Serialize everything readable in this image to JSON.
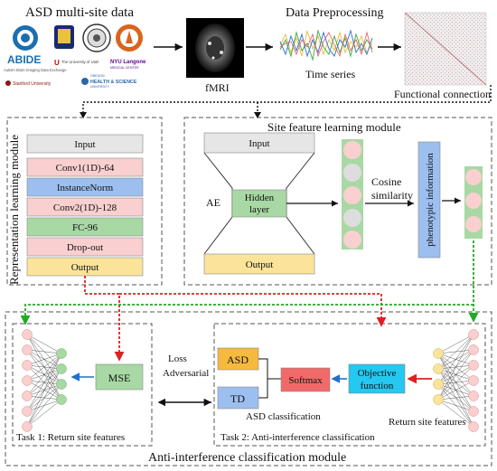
{
  "top": {
    "multisite_title": "ASD multi-site data",
    "preprocessing_title": "Data Preprocessing",
    "fmri_label": "fMRI",
    "timeseries_label": "Time series",
    "fc_label": "Functional connection",
    "logos": {
      "abide_text": "ABIDE",
      "abide_sub": "Autism Brain Imaging Data Exchange",
      "utah": "The University of Utah",
      "nyu": "NYU Langone",
      "nyu_sub": "MEDICAL CENTER",
      "stanford": "Stanford University",
      "ohsu_top": "OREGON",
      "ohsu_main": "HEALTH & SCIENCE",
      "ohsu_sub": "UNIVERSITY"
    }
  },
  "representation": {
    "title": "Representation learning module",
    "layers": [
      "Input",
      "Conv1(1D)-64",
      "InstanceNorm",
      "Conv2(1D)-128",
      "FC-96",
      "Drop-out",
      "Output"
    ]
  },
  "site_feature": {
    "title": "Site feature learning module",
    "ae_label": "AE",
    "input_label": "Input",
    "hidden_label": "Hidden layer",
    "output_label": "Output",
    "cosine_label": "Cosine similarity",
    "phenotypic_label": "phenotypic information"
  },
  "anti_interference": {
    "title": "Anti-interference classification module",
    "mse_label": "MSE",
    "loss_label": "Loss",
    "adversarial_label": "Adversarial",
    "asd_label": "ASD",
    "td_label": "TD",
    "softmax_label": "Softmax",
    "objective_label": "Objective function",
    "asd_classification_label": "ASD classification",
    "return_features_label": "Return site features",
    "task1_label": "Task 1: Return site features",
    "task2_label": "Task 2: Anti-interference classification"
  },
  "colors": {
    "gray_box": "#e6e6e6",
    "pink_box": "#f9cfcf",
    "blue_box": "#9dbff0",
    "green_box": "#a8d8a3",
    "yellow_box": "#fbe49a",
    "orange_box": "#f6ba3f",
    "red_box": "#f06a6a",
    "cyan_box": "#25c8f0",
    "red_dotted": "#e02020",
    "green_dotted": "#22aa22"
  }
}
